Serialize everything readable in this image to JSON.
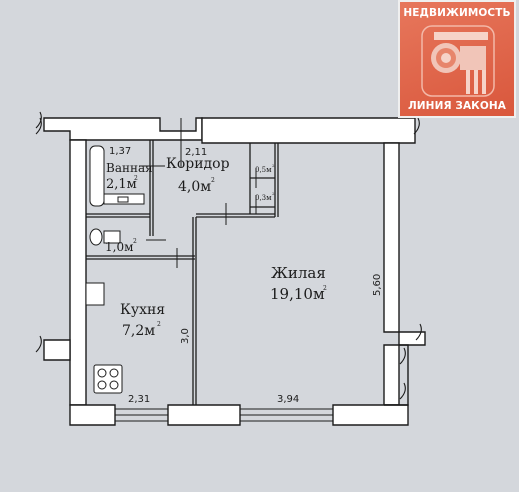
{
  "rooms": [
    {
      "name": "Ванная",
      "area": "2,1м",
      "sup": "2"
    },
    {
      "name": "Коридор",
      "area": "4,0м",
      "sup": "2"
    },
    {
      "name": "",
      "area": "1,0м",
      "sup": "2"
    },
    {
      "name": "Кухня",
      "area": "7,2м",
      "sup": "2"
    },
    {
      "name": "Жилая",
      "area": "19,10м",
      "sup": "2"
    },
    {
      "name": "",
      "area": "0,5м",
      "sup": "2"
    },
    {
      "name": "",
      "area": "0,3м",
      "sup": "2"
    }
  ],
  "dimensions": {
    "bath_width": "1,37",
    "corridor_width": "2,11",
    "kitchen_height": "3,0",
    "living_height": "5,60",
    "kitchen_width": "2,31",
    "living_width": "3,94"
  },
  "logo": {
    "line1": "НЕДВИЖИМОСТЬ",
    "line2": "ЛИНИЯ ЗАКОНА",
    "brand_color": "#dd5f42",
    "icon": "ionic-column-capital-icon"
  },
  "colors": {
    "wall": "#ffffff",
    "line": "#1c1c1c",
    "background": "#d4d7dc"
  }
}
